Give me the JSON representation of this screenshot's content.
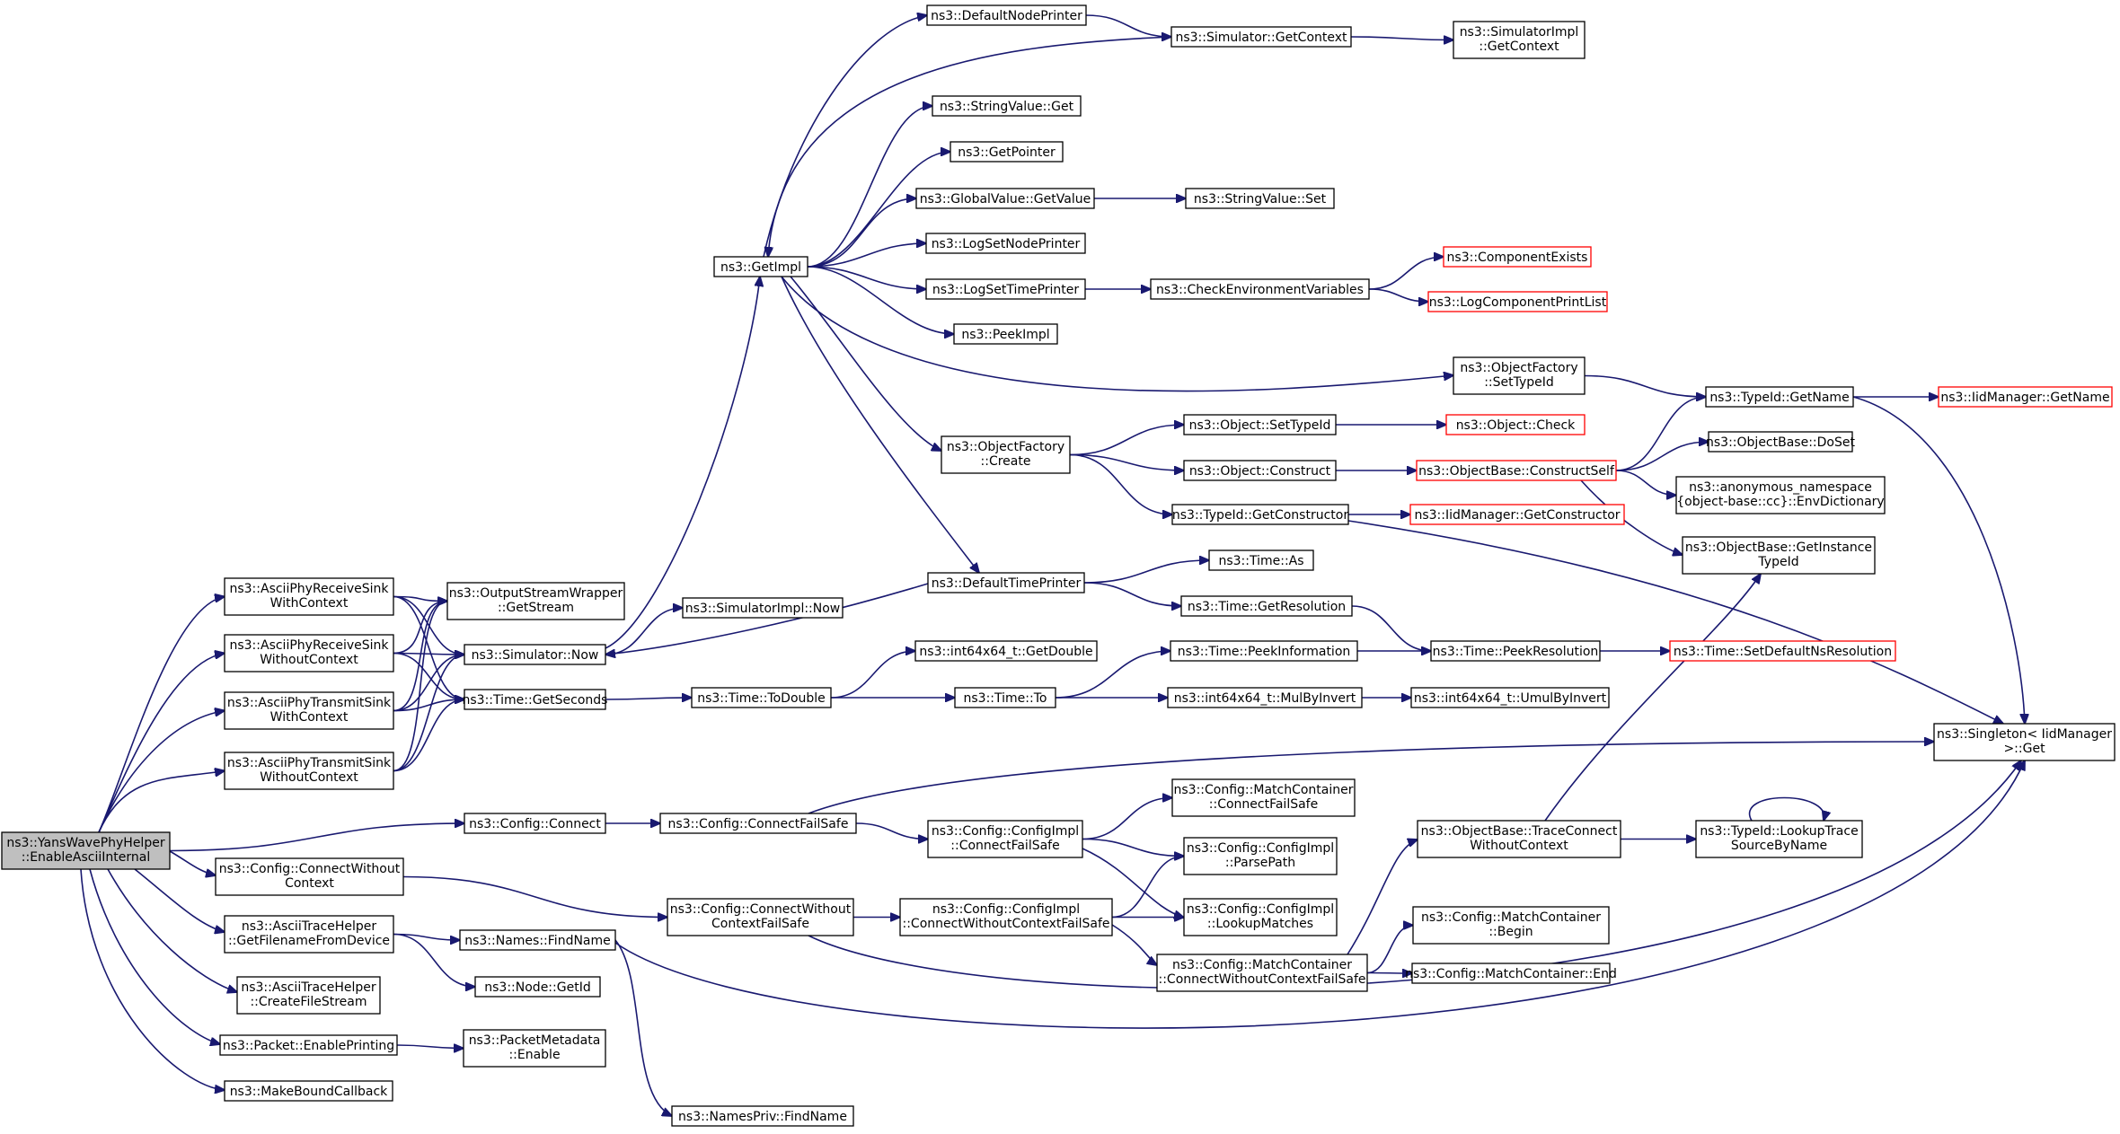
{
  "colors": {
    "edge": "#191970",
    "root_fill": "#bfbfbf",
    "truncated_border": "#ff0000",
    "box_border": "#000000"
  },
  "nodes": [
    {
      "id": "root",
      "lines": [
        "ns3::YansWavePhyHelper",
        "::EnableAsciiInternal"
      ],
      "root": true
    },
    {
      "id": "rs_ctx",
      "lines": [
        "ns3::AsciiPhyReceiveSink",
        "WithContext"
      ]
    },
    {
      "id": "rs_noctx",
      "lines": [
        "ns3::AsciiPhyReceiveSink",
        "WithoutContext"
      ]
    },
    {
      "id": "ts_ctx",
      "lines": [
        "ns3::AsciiPhyTransmitSink",
        "WithContext"
      ]
    },
    {
      "id": "ts_noctx",
      "lines": [
        "ns3::AsciiPhyTransmitSink",
        "WithoutContext"
      ]
    },
    {
      "id": "ows",
      "lines": [
        "ns3::OutputStreamWrapper",
        "::GetStream"
      ]
    },
    {
      "id": "simnow",
      "lines": [
        "ns3::Simulator::Now"
      ]
    },
    {
      "id": "getsec",
      "lines": [
        "ns3::Time::GetSeconds"
      ]
    },
    {
      "id": "simimplnow",
      "lines": [
        "ns3::SimulatorImpl::Now"
      ]
    },
    {
      "id": "getimpl",
      "lines": [
        "ns3::GetImpl"
      ]
    },
    {
      "id": "defnodeprinter",
      "lines": [
        "ns3::DefaultNodePrinter"
      ]
    },
    {
      "id": "simgetctx",
      "lines": [
        "ns3::Simulator::GetContext"
      ]
    },
    {
      "id": "simimplgetctx",
      "lines": [
        "ns3::SimulatorImpl",
        "::GetContext"
      ]
    },
    {
      "id": "strvalget",
      "lines": [
        "ns3::StringValue::Get"
      ]
    },
    {
      "id": "getpointer",
      "lines": [
        "ns3::GetPointer"
      ]
    },
    {
      "id": "gvgetvalue",
      "lines": [
        "ns3::GlobalValue::GetValue"
      ]
    },
    {
      "id": "strvalset",
      "lines": [
        "ns3::StringValue::Set"
      ]
    },
    {
      "id": "logsetnode",
      "lines": [
        "ns3::LogSetNodePrinter"
      ]
    },
    {
      "id": "logsettime",
      "lines": [
        "ns3::LogSetTimePrinter"
      ]
    },
    {
      "id": "checkenv",
      "lines": [
        "ns3::CheckEnvironmentVariables"
      ]
    },
    {
      "id": "compexists",
      "lines": [
        "ns3::ComponentExists"
      ],
      "truncated": true
    },
    {
      "id": "logcompprint",
      "lines": [
        "ns3::LogComponentPrintList"
      ],
      "truncated": true
    },
    {
      "id": "peekimpl",
      "lines": [
        "ns3::PeekImpl"
      ]
    },
    {
      "id": "ofsettypeid",
      "lines": [
        "ns3::ObjectFactory",
        "::SetTypeId"
      ]
    },
    {
      "id": "tidgetname",
      "lines": [
        "ns3::TypeId::GetName"
      ]
    },
    {
      "id": "iidgetname",
      "lines": [
        "ns3::IidManager::GetName"
      ],
      "truncated": true
    },
    {
      "id": "ofcreate",
      "lines": [
        "ns3::ObjectFactory",
        "::Create"
      ]
    },
    {
      "id": "objsettypeid",
      "lines": [
        "ns3::Object::SetTypeId"
      ]
    },
    {
      "id": "objcheck",
      "lines": [
        "ns3::Object::Check"
      ],
      "truncated": true
    },
    {
      "id": "obdoset",
      "lines": [
        "ns3::ObjectBase::DoSet"
      ]
    },
    {
      "id": "objconstruct",
      "lines": [
        "ns3::Object::Construct"
      ]
    },
    {
      "id": "obconstructself",
      "lines": [
        "ns3::ObjectBase::ConstructSelf"
      ],
      "truncated": true
    },
    {
      "id": "anonenv",
      "lines": [
        "ns3::anonymous_namespace",
        "{object-base::cc}::EnvDictionary"
      ]
    },
    {
      "id": "tidgetctor",
      "lines": [
        "ns3::TypeId::GetConstructor"
      ]
    },
    {
      "id": "iidgetctor",
      "lines": [
        "ns3::IidManager::GetConstructor"
      ],
      "truncated": true
    },
    {
      "id": "obgetinst",
      "lines": [
        "ns3::ObjectBase::GetInstance",
        "TypeId"
      ]
    },
    {
      "id": "timeas",
      "lines": [
        "ns3::Time::As"
      ]
    },
    {
      "id": "deftimeprinter",
      "lines": [
        "ns3::DefaultTimePrinter"
      ]
    },
    {
      "id": "timegetres",
      "lines": [
        "ns3::Time::GetResolution"
      ]
    },
    {
      "id": "i64getdouble",
      "lines": [
        "ns3::int64x64_t::GetDouble"
      ]
    },
    {
      "id": "timepeekinfo",
      "lines": [
        "ns3::Time::PeekInformation"
      ]
    },
    {
      "id": "timepeekres",
      "lines": [
        "ns3::Time::PeekResolution"
      ]
    },
    {
      "id": "timesetdefns",
      "lines": [
        "ns3::Time::SetDefaultNsResolution"
      ],
      "truncated": true
    },
    {
      "id": "timetodouble",
      "lines": [
        "ns3::Time::ToDouble"
      ]
    },
    {
      "id": "timeto",
      "lines": [
        "ns3::Time::To"
      ]
    },
    {
      "id": "i64mulbyinv",
      "lines": [
        "ns3::int64x64_t::MulByInvert"
      ]
    },
    {
      "id": "i64umulbyinv",
      "lines": [
        "ns3::int64x64_t::UmulByInvert"
      ]
    },
    {
      "id": "singletonget",
      "lines": [
        "ns3::Singleton< IidManager",
        ">::Get"
      ]
    },
    {
      "id": "cfgconnect",
      "lines": [
        "ns3::Config::Connect"
      ]
    },
    {
      "id": "cfgconnectfs",
      "lines": [
        "ns3::Config::ConnectFailSafe"
      ]
    },
    {
      "id": "mcconnectfs",
      "lines": [
        "ns3::Config::MatchContainer",
        "::ConnectFailSafe"
      ]
    },
    {
      "id": "ciconnectfs",
      "lines": [
        "ns3::Config::ConfigImpl",
        "::ConnectFailSafe"
      ]
    },
    {
      "id": "ciparsepath",
      "lines": [
        "ns3::Config::ConfigImpl",
        "::ParsePath"
      ]
    },
    {
      "id": "obtraceconnect",
      "lines": [
        "ns3::ObjectBase::TraceConnect",
        "WithoutContext"
      ]
    },
    {
      "id": "tidlookuptrace",
      "lines": [
        "ns3::TypeId::LookupTrace",
        "SourceByName"
      ]
    },
    {
      "id": "cfgconnectwo",
      "lines": [
        "ns3::Config::ConnectWithout",
        "Context"
      ]
    },
    {
      "id": "cfgconnectwofs",
      "lines": [
        "ns3::Config::ConnectWithout",
        "ContextFailSafe"
      ]
    },
    {
      "id": "ciconnectwofs",
      "lines": [
        "ns3::Config::ConfigImpl",
        "::ConnectWithoutContextFailSafe"
      ]
    },
    {
      "id": "cilookupmatches",
      "lines": [
        "ns3::Config::ConfigImpl",
        "::LookupMatches"
      ]
    },
    {
      "id": "mcbegin",
      "lines": [
        "ns3::Config::MatchContainer",
        "::Begin"
      ]
    },
    {
      "id": "mcconnectwofs",
      "lines": [
        "ns3::Config::MatchContainer",
        "::ConnectWithoutContextFailSafe"
      ]
    },
    {
      "id": "mcend",
      "lines": [
        "ns3::Config::MatchContainer::End"
      ]
    },
    {
      "id": "athgetfile",
      "lines": [
        "ns3::AsciiTraceHelper",
        "::GetFilenameFromDevice"
      ]
    },
    {
      "id": "namesfind",
      "lines": [
        "ns3::Names::FindName"
      ]
    },
    {
      "id": "nodegetid",
      "lines": [
        "ns3::Node::GetId"
      ]
    },
    {
      "id": "athcreatefile",
      "lines": [
        "ns3::AsciiTraceHelper",
        "::CreateFileStream"
      ]
    },
    {
      "id": "pktenableprint",
      "lines": [
        "ns3::Packet::EnablePrinting"
      ]
    },
    {
      "id": "pktmetaenable",
      "lines": [
        "ns3::PacketMetadata",
        "::Enable"
      ]
    },
    {
      "id": "makebound",
      "lines": [
        "ns3::MakeBoundCallback"
      ]
    },
    {
      "id": "namesprivfind",
      "lines": [
        "ns3::NamesPriv::FindName"
      ]
    }
  ]
}
